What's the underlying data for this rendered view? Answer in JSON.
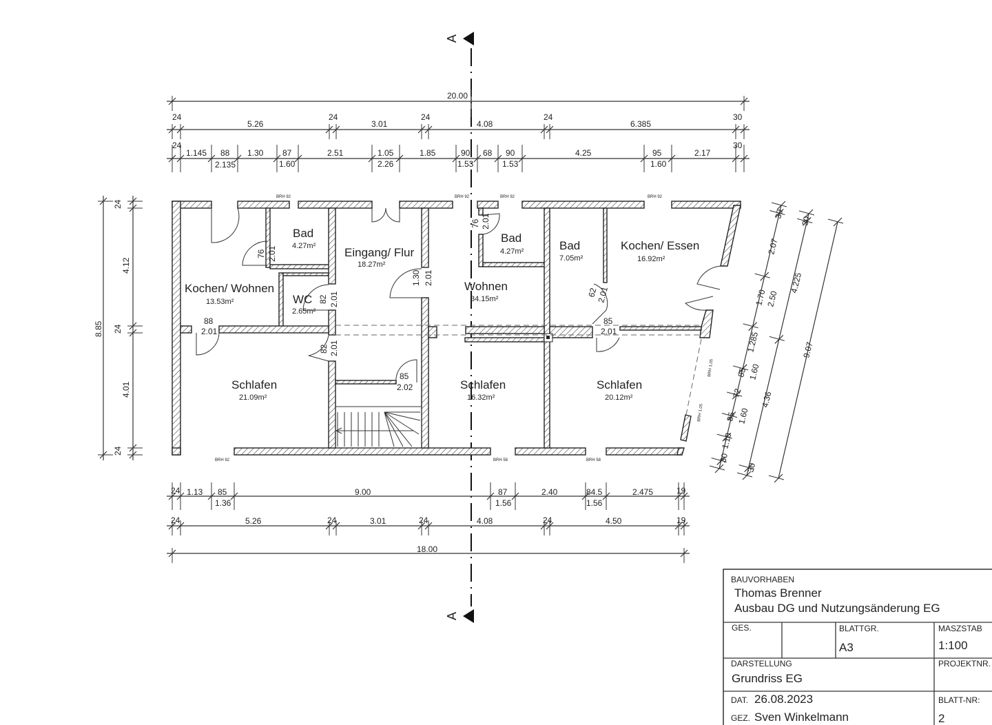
{
  "section_marker": {
    "label_top": "A",
    "label_bottom": "A"
  },
  "dims_top": {
    "overall": "20.00",
    "row1": [
      "24",
      "5.26",
      "24",
      "3.01",
      "24",
      "4.08",
      "24",
      "6.385",
      "30"
    ],
    "row2": [
      "24",
      "1.145",
      "88",
      "2.135",
      "1.30",
      "87",
      "1.60",
      "2.51",
      "1.05",
      "2.26",
      "1.85",
      "90",
      "1.53",
      "68",
      "90",
      "1.53",
      "4.25",
      "95",
      "1.60",
      "2.17",
      "30"
    ]
  },
  "dims_left": [
    "24",
    "4.12",
    "24",
    "4.01",
    "24",
    "8.85"
  ],
  "dims_bottom": {
    "row1": [
      "24",
      "1.13",
      "85",
      "1.36",
      "9.00",
      "87",
      "1.56",
      "2.40",
      "84.5",
      "1.56",
      "2.475",
      "19"
    ],
    "row2": [
      "24",
      "5.26",
      "24",
      "3.01",
      "24",
      "4.08",
      "24",
      "4.50",
      "19"
    ],
    "overall": "18.00"
  },
  "dims_right": [
    "30",
    "30",
    "2.07",
    "1.70",
    "2.50",
    "4.225",
    "1.285",
    "85",
    "1.60",
    "72",
    "85",
    "1.60",
    "1.10",
    "4.36",
    "9.07",
    "30",
    "30"
  ],
  "brh_labels": [
    "BRH 92",
    "BRH 92",
    "BRH 92",
    "BRH 92",
    "BRH 92",
    "BRH 58",
    "BRH 58",
    "BRH 1.05",
    "BRH 1.05"
  ],
  "rooms": [
    {
      "name": "Kochen/ Wohnen",
      "area": "13.53m²"
    },
    {
      "name": "Bad",
      "area": "4.27m²"
    },
    {
      "name": "Eingang/ Flur",
      "area": "18.27m²"
    },
    {
      "name": "WC",
      "area": "2.65m²"
    },
    {
      "name": "Schlafen",
      "area": "21.09m²"
    },
    {
      "name": "Wohnen",
      "area": "34.15m²"
    },
    {
      "name": "Bad",
      "area": "4.27m²"
    },
    {
      "name": "Bad",
      "area": "7.05m²"
    },
    {
      "name": "Kochen/ Essen",
      "area": "16.92m²"
    },
    {
      "name": "Schlafen",
      "area": "16.32m²"
    },
    {
      "name": "Schlafen",
      "area": "20.12m²"
    }
  ],
  "doors": [
    {
      "w": "76",
      "h": "2.01"
    },
    {
      "w": "82",
      "h": "2.01"
    },
    {
      "w": "1.30",
      "h": "2.01"
    },
    {
      "w": "88",
      "h": "2.01"
    },
    {
      "w": "82",
      "h": "2.01"
    },
    {
      "w": "85",
      "h": "2.02"
    },
    {
      "w": "76",
      "h": "2.01"
    },
    {
      "w": "62",
      "h": "2.01"
    },
    {
      "w": "85",
      "h": "2.01"
    }
  ],
  "title_block": {
    "bauvorhaben_label": "BAUVORHABEN",
    "client": "Thomas Brenner",
    "project": "Ausbau DG und Nutzungsänderung EG",
    "ges_label": "GES.",
    "blattgr_label": "BLATTGR.",
    "blattgr_value": "A3",
    "massstab_label": "MASZSTAB",
    "massstab_value": "1:100",
    "darstellung_label": "DARSTELLUNG",
    "darstellung_value": "Grundriss EG",
    "projektnr_label": "PROJEKTNR.",
    "dat_label": "DAT.",
    "dat_value": "26.08.2023",
    "gez_label": "GEZ.",
    "gez_value": "Sven Winkelmann",
    "blattnr_label": "BLATT-NR:",
    "blattnr_value": "2"
  }
}
